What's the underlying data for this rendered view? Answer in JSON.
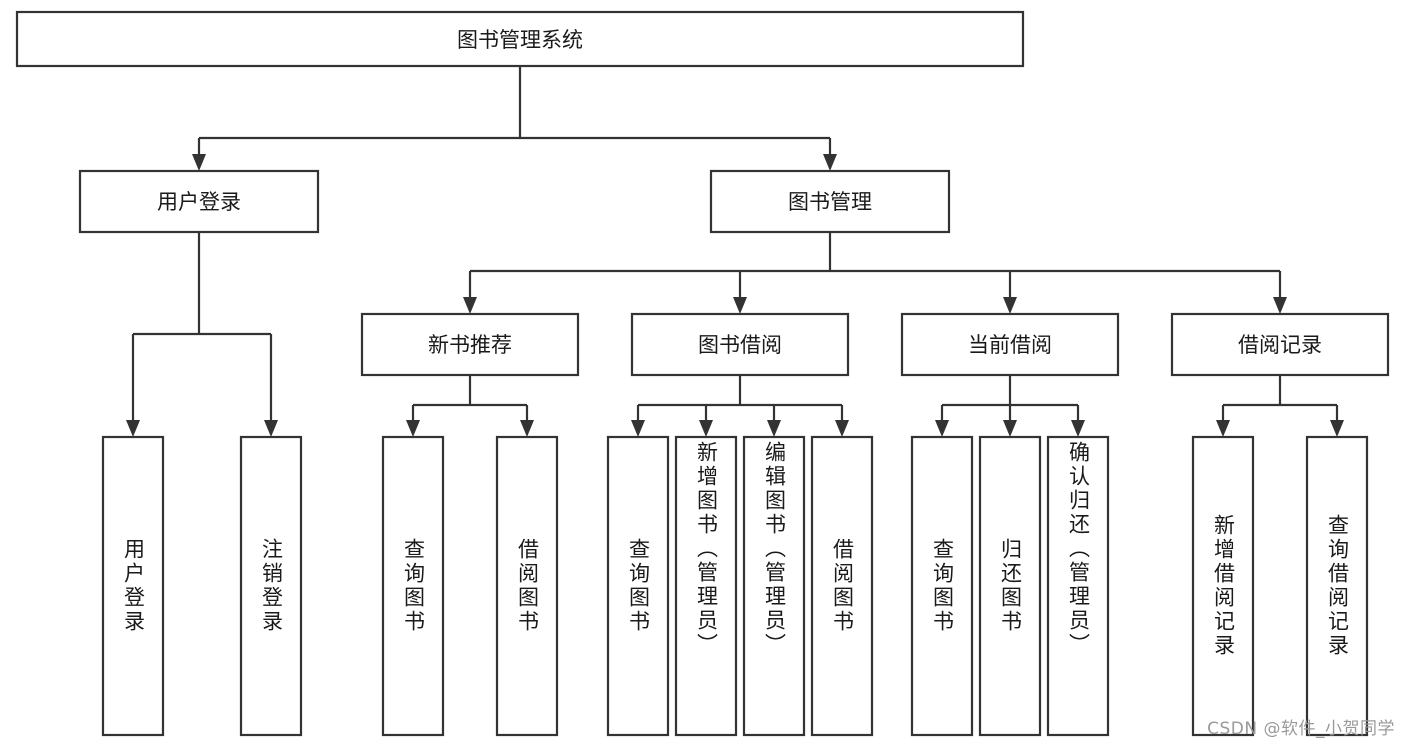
{
  "diagram": {
    "title": "图书管理系统",
    "type": "hierarchy-tree",
    "watermark": "CSDN @软件_小贺同学",
    "colors": {
      "box_fill": "#ffffff",
      "box_stroke": "#333333",
      "text": "#1a1a1a",
      "background": "#ffffff",
      "watermark": "#9a9a9a"
    },
    "root": {
      "label": "图书管理系统",
      "orientation": "horizontal"
    },
    "level1": [
      {
        "label": "用户登录",
        "orientation": "horizontal"
      },
      {
        "label": "图书管理",
        "orientation": "horizontal"
      }
    ],
    "level2": [
      {
        "label": "新书推荐",
        "orientation": "horizontal",
        "parent": "图书管理"
      },
      {
        "label": "图书借阅",
        "orientation": "horizontal",
        "parent": "图书管理"
      },
      {
        "label": "当前借阅",
        "orientation": "horizontal",
        "parent": "图书管理"
      },
      {
        "label": "借阅记录",
        "orientation": "horizontal",
        "parent": "图书管理"
      }
    ],
    "leaves": [
      {
        "label": "用户登录",
        "parent": "用户登录",
        "orientation": "vertical"
      },
      {
        "label": "注销登录",
        "parent": "用户登录",
        "orientation": "vertical"
      },
      {
        "label": "查询图书",
        "parent": "新书推荐",
        "orientation": "vertical"
      },
      {
        "label": "借阅图书",
        "parent": "新书推荐",
        "orientation": "vertical"
      },
      {
        "label": "查询图书",
        "parent": "图书借阅",
        "orientation": "vertical"
      },
      {
        "label": "新增图书（管理员）",
        "parent": "图书借阅",
        "orientation": "vertical"
      },
      {
        "label": "编辑图书（管理员）",
        "parent": "图书借阅",
        "orientation": "vertical"
      },
      {
        "label": "借阅图书",
        "parent": "图书借阅",
        "orientation": "vertical"
      },
      {
        "label": "查询图书",
        "parent": "当前借阅",
        "orientation": "vertical"
      },
      {
        "label": "归还图书",
        "parent": "当前借阅",
        "orientation": "vertical"
      },
      {
        "label": "确认归还（管理员）",
        "parent": "当前借阅",
        "orientation": "vertical"
      },
      {
        "label": "新增借阅记录",
        "parent": "借阅记录",
        "orientation": "vertical"
      },
      {
        "label": "查询借阅记录",
        "parent": "借阅记录",
        "orientation": "vertical"
      }
    ]
  }
}
